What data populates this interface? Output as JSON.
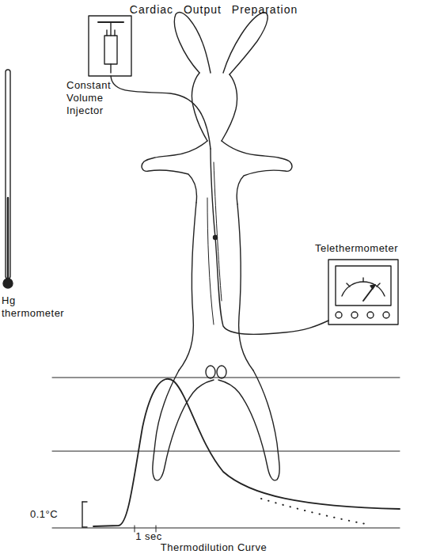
{
  "diagram": {
    "title": "Cardiac Output Preparation",
    "labels": [
      "Constant Volume Injector",
      "Hg thermometer",
      "Telethermometer",
      "0.1°C",
      "1 sec",
      "Thermodilution Curve"
    ]
  }
}
